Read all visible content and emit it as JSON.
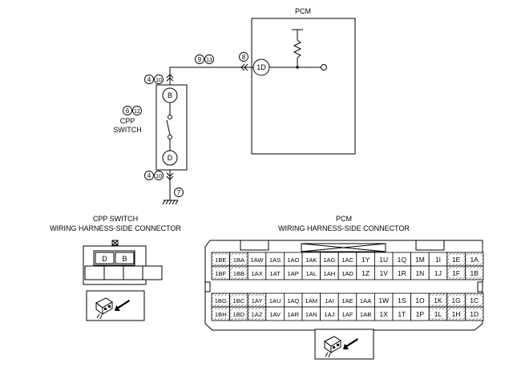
{
  "schematic": {
    "pcm_title": "PCM",
    "terminal_pcm": "1D",
    "terminal_switch_top": "B",
    "terminal_switch_bottom": "D",
    "switch_name_line1": "CPP",
    "switch_name_line2": "SWITCH",
    "refs": {
      "wire_top": [
        "9",
        "13"
      ],
      "pcm_pin": "8",
      "switch_top": [
        "4",
        "10"
      ],
      "switch_label": [
        "6",
        "12"
      ],
      "switch_bottom": [
        "4",
        "10"
      ],
      "ground": "7"
    }
  },
  "cpp_connector": {
    "title_line1": "CPP SWITCH",
    "title_line2": "WIRING HARNESS-SIDE CONNECTOR",
    "pins_top": [
      "D",
      "B"
    ],
    "pins_bottom": [
      "",
      "",
      "",
      ""
    ]
  },
  "pcm_connector": {
    "title_line1": "PCM",
    "title_line2": "WIRING HARNESS-SIDE CONNECTOR",
    "rows_upper": [
      [
        "1BE",
        "1BA",
        "1AW",
        "1AS",
        "1AO",
        "1AK",
        "1AG",
        "1AC",
        "1Y",
        "1U",
        "1Q",
        "1M",
        "1I",
        "1E",
        "1A"
      ],
      [
        "1BF",
        "1BB",
        "1AX",
        "1AT",
        "1AP",
        "1AL",
        "1AH",
        "1AD",
        "1Z",
        "1V",
        "1R",
        "1N",
        "1J",
        "1F",
        "1B"
      ]
    ],
    "rows_lower": [
      [
        "1BG",
        "1BC",
        "1AY",
        "1AU",
        "1AQ",
        "1AM",
        "1AI",
        "1AE",
        "1AA",
        "1W",
        "1S",
        "1O",
        "1K",
        "1G",
        "1C"
      ],
      [
        "1BH",
        "1BD",
        "1AZ",
        "1AV",
        "1AR",
        "1AN",
        "1AJ",
        "1AF",
        "1AB",
        "1X",
        "1T",
        "1P",
        "1L",
        "1H",
        "1D"
      ]
    ]
  }
}
